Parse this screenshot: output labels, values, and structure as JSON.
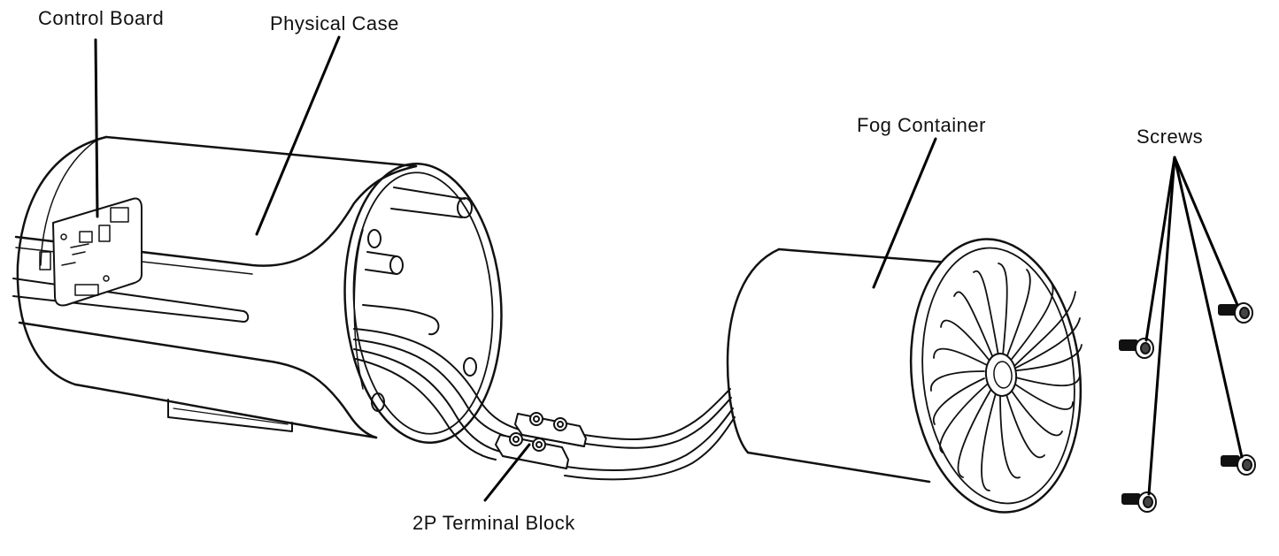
{
  "diagram": {
    "labels": {
      "control_board": "Control Board",
      "physical_case": "Physical Case",
      "fog_container": "Fog Container",
      "screws": "Screws",
      "terminal_block": "2P Terminal Block"
    }
  }
}
